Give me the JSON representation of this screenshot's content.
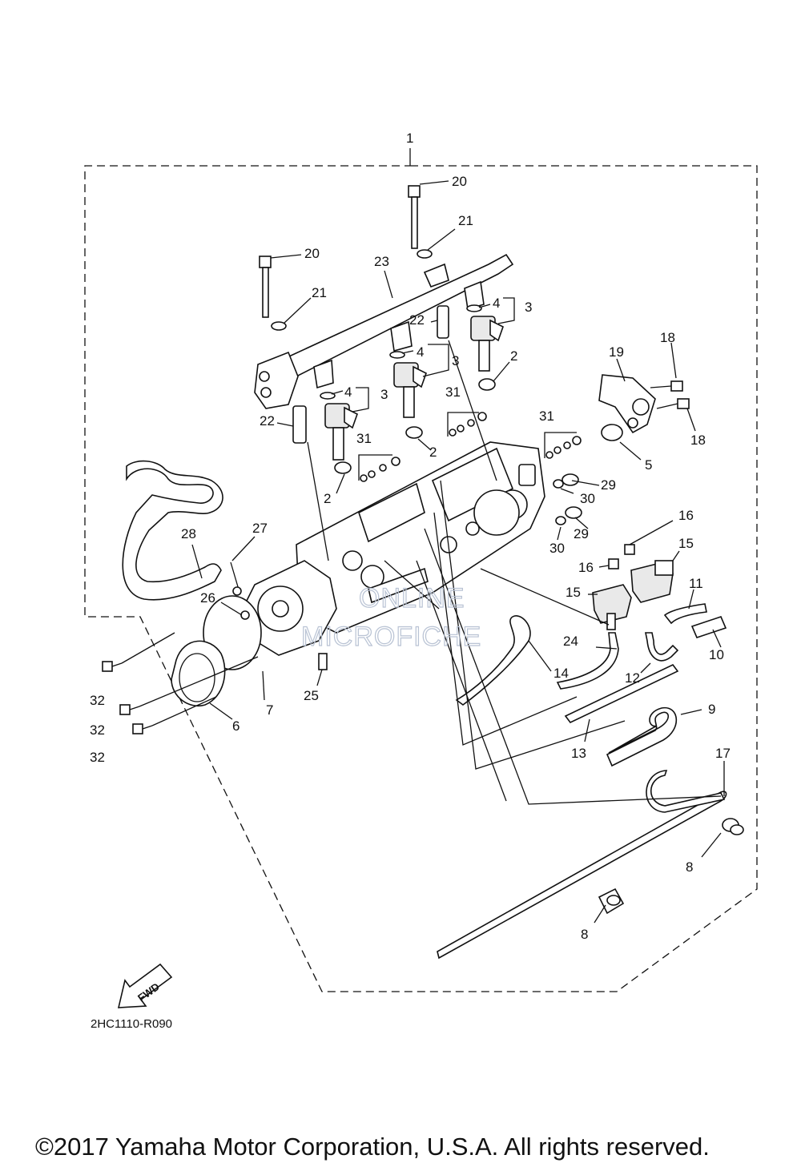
{
  "diagram": {
    "callouts": {
      "c1": "1",
      "c20a": "20",
      "c20b": "20",
      "c21a": "21",
      "c21b": "21",
      "c23": "23",
      "c4a": "4",
      "c3a": "3",
      "c22a": "22",
      "c4b": "4",
      "c3b": "3",
      "c2a": "2",
      "c19": "19",
      "c18a": "18",
      "c18b": "18",
      "c4c": "4",
      "c3c": "3",
      "c22b": "22",
      "c31a": "31",
      "c31b": "31",
      "c31c": "31",
      "c5": "5",
      "c2b": "2",
      "c2c": "2",
      "c29a": "29",
      "c30a": "30",
      "c29b": "29",
      "c30b": "30",
      "c16a": "16",
      "c16b": "16",
      "c15a": "15",
      "c15b": "15",
      "c28": "28",
      "c27": "27",
      "c26": "26",
      "c11": "11",
      "c10": "10",
      "c24": "24",
      "c14": "14",
      "c12": "12",
      "c32a": "32",
      "c32b": "32",
      "c32c": "32",
      "c6": "6",
      "c7": "7",
      "c25": "25",
      "c9": "9",
      "c13": "13",
      "c17": "17",
      "c8a": "8",
      "c8b": "8"
    },
    "fwd_label": "FWD",
    "diagram_code": "2HC1110-R090",
    "watermark": [
      "ONLINE",
      "MICROFICHE"
    ]
  },
  "footer": {
    "copyright": "©2017 Yamaha Motor Corporation, U.S.A. All rights reserved."
  }
}
